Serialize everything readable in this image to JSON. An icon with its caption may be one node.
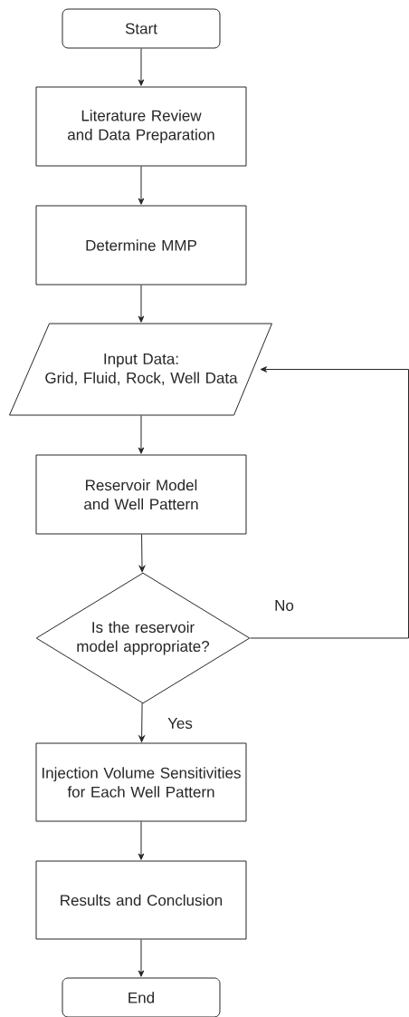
{
  "diagram": {
    "nodes": [
      {
        "text": [
          "Start"
        ]
      },
      {
        "text": [
          "Literature Review and Data Preparation"
        ]
      },
      {
        "text": [
          "Determine MMP"
        ]
      },
      {
        "text": [
          "Input Data:",
          "Grid, Fluid, Rock, Well Data"
        ]
      },
      {
        "text": [
          "Reservoir Model and Well Pattern"
        ]
      },
      {
        "text": [
          "Is the reservoir model appropriate?"
        ]
      },
      {
        "text": [
          "Injection Volume Sensitivities for Each Well Pattern"
        ]
      },
      {
        "text": [
          "Results and Conclusion"
        ]
      },
      {
        "text": [
          "End"
        ]
      }
    ],
    "edges": [
      {
        "from": 0,
        "to": 1,
        "arrow": "to"
      },
      {
        "from": 1,
        "to": 2,
        "arrow": "to"
      },
      {
        "from": 2,
        "to": 3,
        "arrow": "to"
      },
      {
        "from": 3,
        "to": 4,
        "arrow": "to"
      },
      {
        "from": 4,
        "to": 5,
        "arrow": "to"
      },
      {
        "from": 5,
        "to": 6,
        "arrow": "to",
        "label": "Yes"
      },
      {
        "from": 6,
        "to": 7,
        "arrow": "to"
      },
      {
        "from": 7,
        "to": 8,
        "arrow": "to"
      },
      {
        "from": 5,
        "to": 3,
        "arrow": "to",
        "label": "No"
      }
    ]
  }
}
